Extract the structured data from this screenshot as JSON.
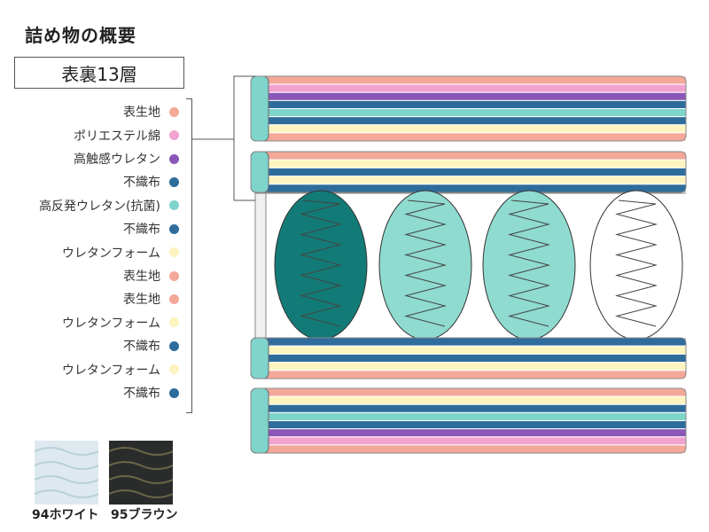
{
  "title": "詰め物の概要",
  "layer_count_label": "表裏13層",
  "layers": [
    {
      "label": "表生地",
      "color": "#f4a899"
    },
    {
      "label": "ポリエステル綿",
      "color": "#f2a3cf"
    },
    {
      "label": "高触感ウレタン",
      "color": "#8a57b8"
    },
    {
      "label": "不織布",
      "color": "#2e6c9c"
    },
    {
      "label": "高反発ウレタン(抗菌)",
      "color": "#7fd4cc"
    },
    {
      "label": "不織布",
      "color": "#2e6c9c"
    },
    {
      "label": "ウレタンフォーム",
      "color": "#fdf4bf"
    },
    {
      "label": "表生地",
      "color": "#f4a899"
    },
    {
      "label": "表生地",
      "color": "#f4a899"
    },
    {
      "label": "ウレタンフォーム",
      "color": "#fdf4bf"
    },
    {
      "label": "不織布",
      "color": "#2e6c9c"
    },
    {
      "label": "ウレタンフォーム",
      "color": "#fdf4bf"
    },
    {
      "label": "不織布",
      "color": "#2e6c9c"
    }
  ],
  "springs": [
    {
      "color": "#137b77"
    },
    {
      "color": "#8fdbd0"
    },
    {
      "color": "#8fdbd0"
    },
    {
      "color": "#ffffff"
    }
  ],
  "swatches": [
    {
      "label": "94ホワイト",
      "color": "#dde9ee"
    },
    {
      "label": "95ブラウン",
      "color": "#2a2c2c"
    }
  ]
}
